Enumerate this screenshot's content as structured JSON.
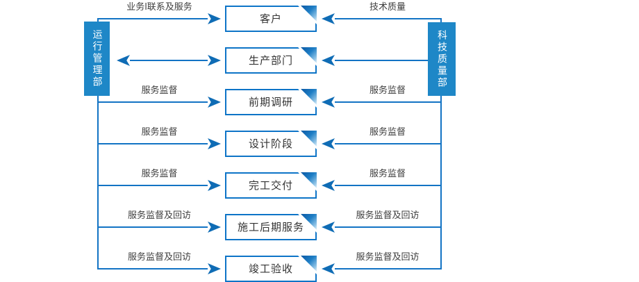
{
  "diagram": {
    "title": "service-process-flowchart",
    "left_department": {
      "label": "运行管理部"
    },
    "right_department": {
      "label": "科技质量部"
    },
    "rows": [
      {
        "box": "客户",
        "left_label": "业务l联系及服务",
        "right_label": "技术质量",
        "left_connector": "arrow-to-box",
        "right_connector": "arrow-from-line"
      },
      {
        "box": "生产部门",
        "left_label": "",
        "right_label": "",
        "left_connector": "double-arrow",
        "right_connector": "arrow-from-dept"
      },
      {
        "box": "前期调研",
        "left_label": "服务监督",
        "right_label": "服务监督",
        "left_connector": "arrow-to-box",
        "right_connector": "arrow-from-line"
      },
      {
        "box": "设计阶段",
        "left_label": "服务监督",
        "right_label": "服务监督",
        "left_connector": "arrow-to-box",
        "right_connector": "arrow-from-line"
      },
      {
        "box": "完工交付",
        "left_label": "服务监督",
        "right_label": "服务监督",
        "left_connector": "arrow-to-box",
        "right_connector": "arrow-from-line"
      },
      {
        "box": "施工后期服务",
        "left_label": "服务监督及回访",
        "right_label": "服务监督及回访",
        "left_connector": "arrow-to-box",
        "right_connector": "arrow-from-line"
      },
      {
        "box": "竣工验收",
        "left_label": "服务监督及回访",
        "right_label": "服务监督及回访",
        "left_connector": "arrow-to-box",
        "right_connector": "arrow-from-line"
      }
    ],
    "colors": {
      "department_fill": "#1e87c7",
      "line": "#1273c4",
      "box_border": "#0d74c7",
      "arrow": "#0f6cb5",
      "label_text": "#3d3d3d",
      "box_text": "#333333"
    }
  }
}
